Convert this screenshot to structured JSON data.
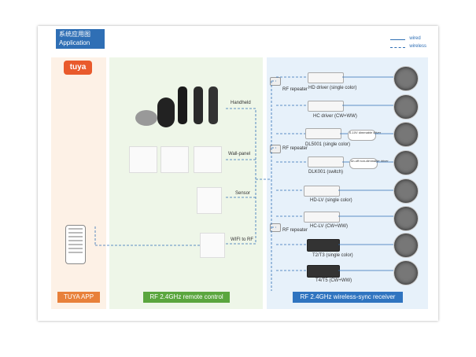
{
  "title": {
    "zh": "系统应用图",
    "en": "Application"
  },
  "legend": {
    "wired": "wired",
    "wireless": "wireless"
  },
  "columns": {
    "app": "TUYA APP",
    "rf": "RF 2.4GHz remote control",
    "rx": "RF 2.4GHz wireless-sync receiver"
  },
  "logo": "tuya",
  "controls": {
    "handheld": "Handheld",
    "wall_panel": "Wall-panel",
    "sensor": "Sensor",
    "wifi": "WIFI to RF"
  },
  "repeaters": [
    "RF repeater",
    "RF repeater",
    "RF repeater"
  ],
  "receivers": [
    {
      "label": "HD driver (single color)"
    },
    {
      "label": "HC driver (CW+WW)"
    },
    {
      "label": "DL5001 (single color)",
      "box": "0-10V dimmable driver"
    },
    {
      "label": "DLK001 (switch)",
      "box": "on-off non-dimmable driver"
    },
    {
      "label": "HD-LV (single color)"
    },
    {
      "label": "HC-LV (CW+WW)"
    },
    {
      "label": "T2/T3 (single color)"
    },
    {
      "label": "T4/T5 (CW+WW)"
    }
  ]
}
